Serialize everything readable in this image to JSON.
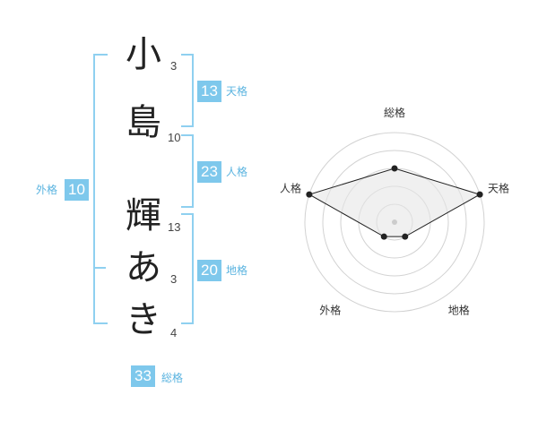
{
  "name": {
    "chars": [
      {
        "char": "小",
        "strokes": "3"
      },
      {
        "char": "島",
        "strokes": "10"
      },
      {
        "char": "輝",
        "strokes": "13"
      },
      {
        "char": "あ",
        "strokes": "3"
      },
      {
        "char": "き",
        "strokes": "4"
      }
    ]
  },
  "kaku": {
    "ten": {
      "value": "13",
      "label": "天格"
    },
    "jin": {
      "value": "23",
      "label": "人格"
    },
    "chi": {
      "value": "20",
      "label": "地格"
    },
    "gai": {
      "value": "10",
      "label": "外格"
    },
    "sou": {
      "value": "33",
      "label": "総格"
    }
  },
  "chart_data": {
    "type": "radar",
    "axes": [
      "総格",
      "天格",
      "地格",
      "外格",
      "人格"
    ],
    "values": [
      3,
      5,
      1,
      1,
      5
    ],
    "max": 5,
    "rings": 5,
    "colors": {
      "fill": "#e6e6e6",
      "line": "#222222",
      "ring": "#d2d2d2"
    }
  },
  "colors": {
    "accent": "#7ec8ec",
    "bracket": "#8fd0f0"
  }
}
